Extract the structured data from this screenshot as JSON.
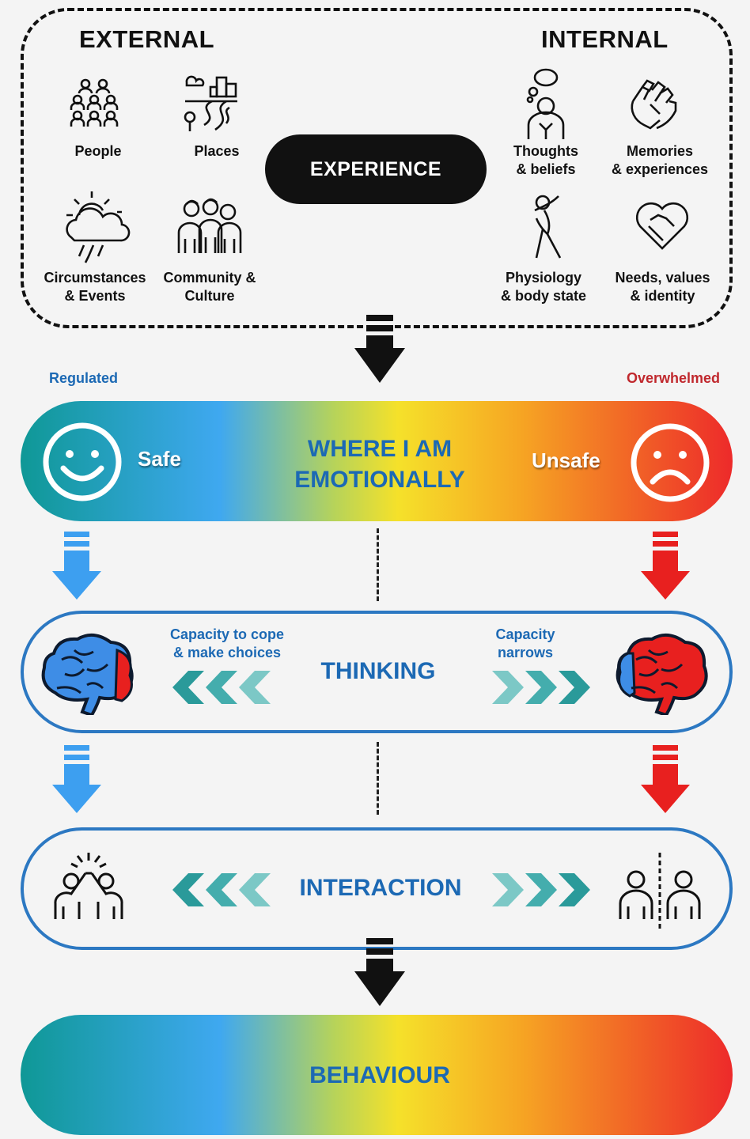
{
  "external": {
    "heading": "EXTERNAL",
    "items": [
      {
        "label": "People",
        "icon": "people-group-icon"
      },
      {
        "label": "Places",
        "icon": "places-icon"
      },
      {
        "label": "Circumstances\n& Events",
        "icon": "weather-cloud-icon"
      },
      {
        "label": "Community &\nCulture",
        "icon": "community-icon"
      }
    ]
  },
  "internal": {
    "heading": "INTERNAL",
    "items": [
      {
        "label": "Thoughts\n& beliefs",
        "icon": "thinking-person-icon"
      },
      {
        "label": "Memories\n& experiences",
        "icon": "hands-icon"
      },
      {
        "label": "Physiology\n& body state",
        "icon": "stretching-person-icon"
      },
      {
        "label": "Needs, values\n& identity",
        "icon": "heart-handshake-icon"
      }
    ]
  },
  "experience_label": "EXPERIENCE",
  "scale": {
    "left_label": "Regulated",
    "right_label": "Overwhelmed",
    "left_color": "#1c69b4",
    "right_color": "#c0282d"
  },
  "emotional": {
    "title_line1": "WHERE I AM",
    "title_line2": "EMOTIONALLY",
    "safe_label": "Safe",
    "unsafe_label": "Unsafe"
  },
  "thinking": {
    "title": "THINKING",
    "left_text": "Capacity to cope\n& make choices",
    "right_text": "Capacity\nnarrows"
  },
  "interaction": {
    "title": "INTERACTION"
  },
  "behaviour": {
    "title": "BEHAVIOUR"
  },
  "colors": {
    "safe_arrow": "#3d9ff0",
    "unsafe_arrow": "#e8201f",
    "chevron": "#2a9a9a",
    "brand_blue": "#1c69b4"
  }
}
